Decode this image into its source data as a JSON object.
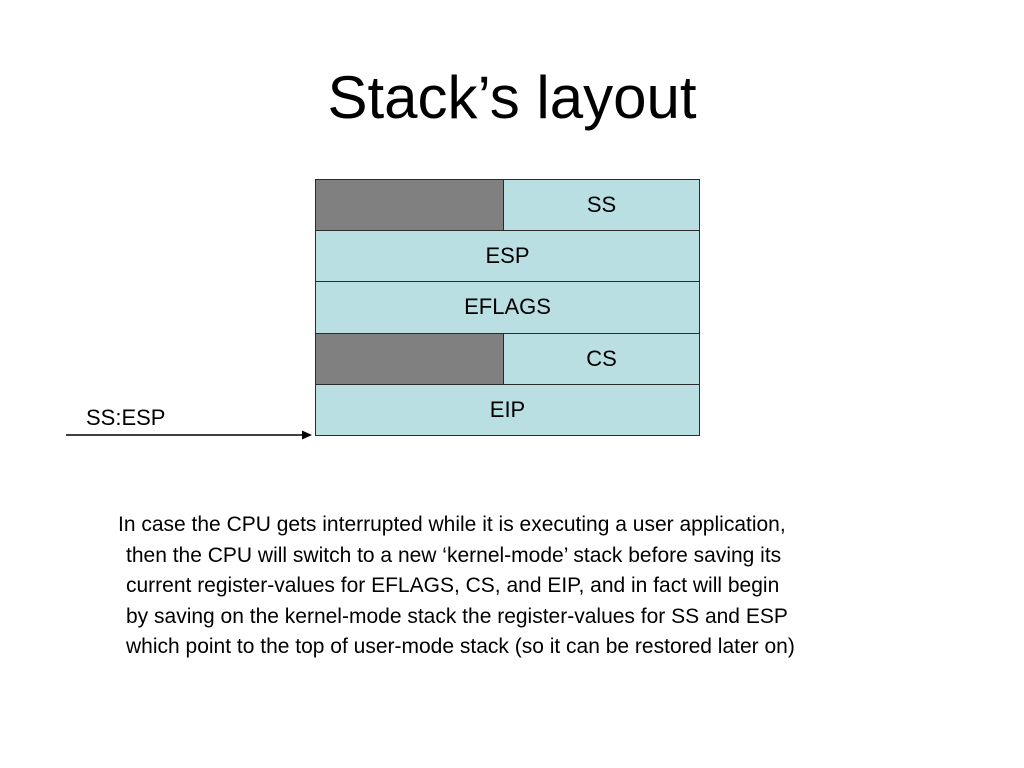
{
  "title": "Stack’s layout",
  "stack": {
    "rows": [
      {
        "label": "SS",
        "padded": true
      },
      {
        "label": "ESP",
        "padded": false
      },
      {
        "label": "EFLAGS",
        "padded": false
      },
      {
        "label": "CS",
        "padded": true
      },
      {
        "label": "EIP",
        "padded": false
      }
    ],
    "fill_color": "#b9dfe3",
    "padding_color": "#808080"
  },
  "pointer": {
    "label": "SS:ESP"
  },
  "caption": {
    "lines": [
      "In case the CPU gets interrupted while it is executing a user application,",
      "then the CPU will switch to a new ‘kernel-mode’ stack before saving its",
      "current register-values for EFLAGS, CS, and EIP, and in fact will begin",
      "by saving on the kernel-mode stack the register-values for SS and ESP",
      "which point to the top of user-mode stack (so it can be restored later on)"
    ]
  }
}
